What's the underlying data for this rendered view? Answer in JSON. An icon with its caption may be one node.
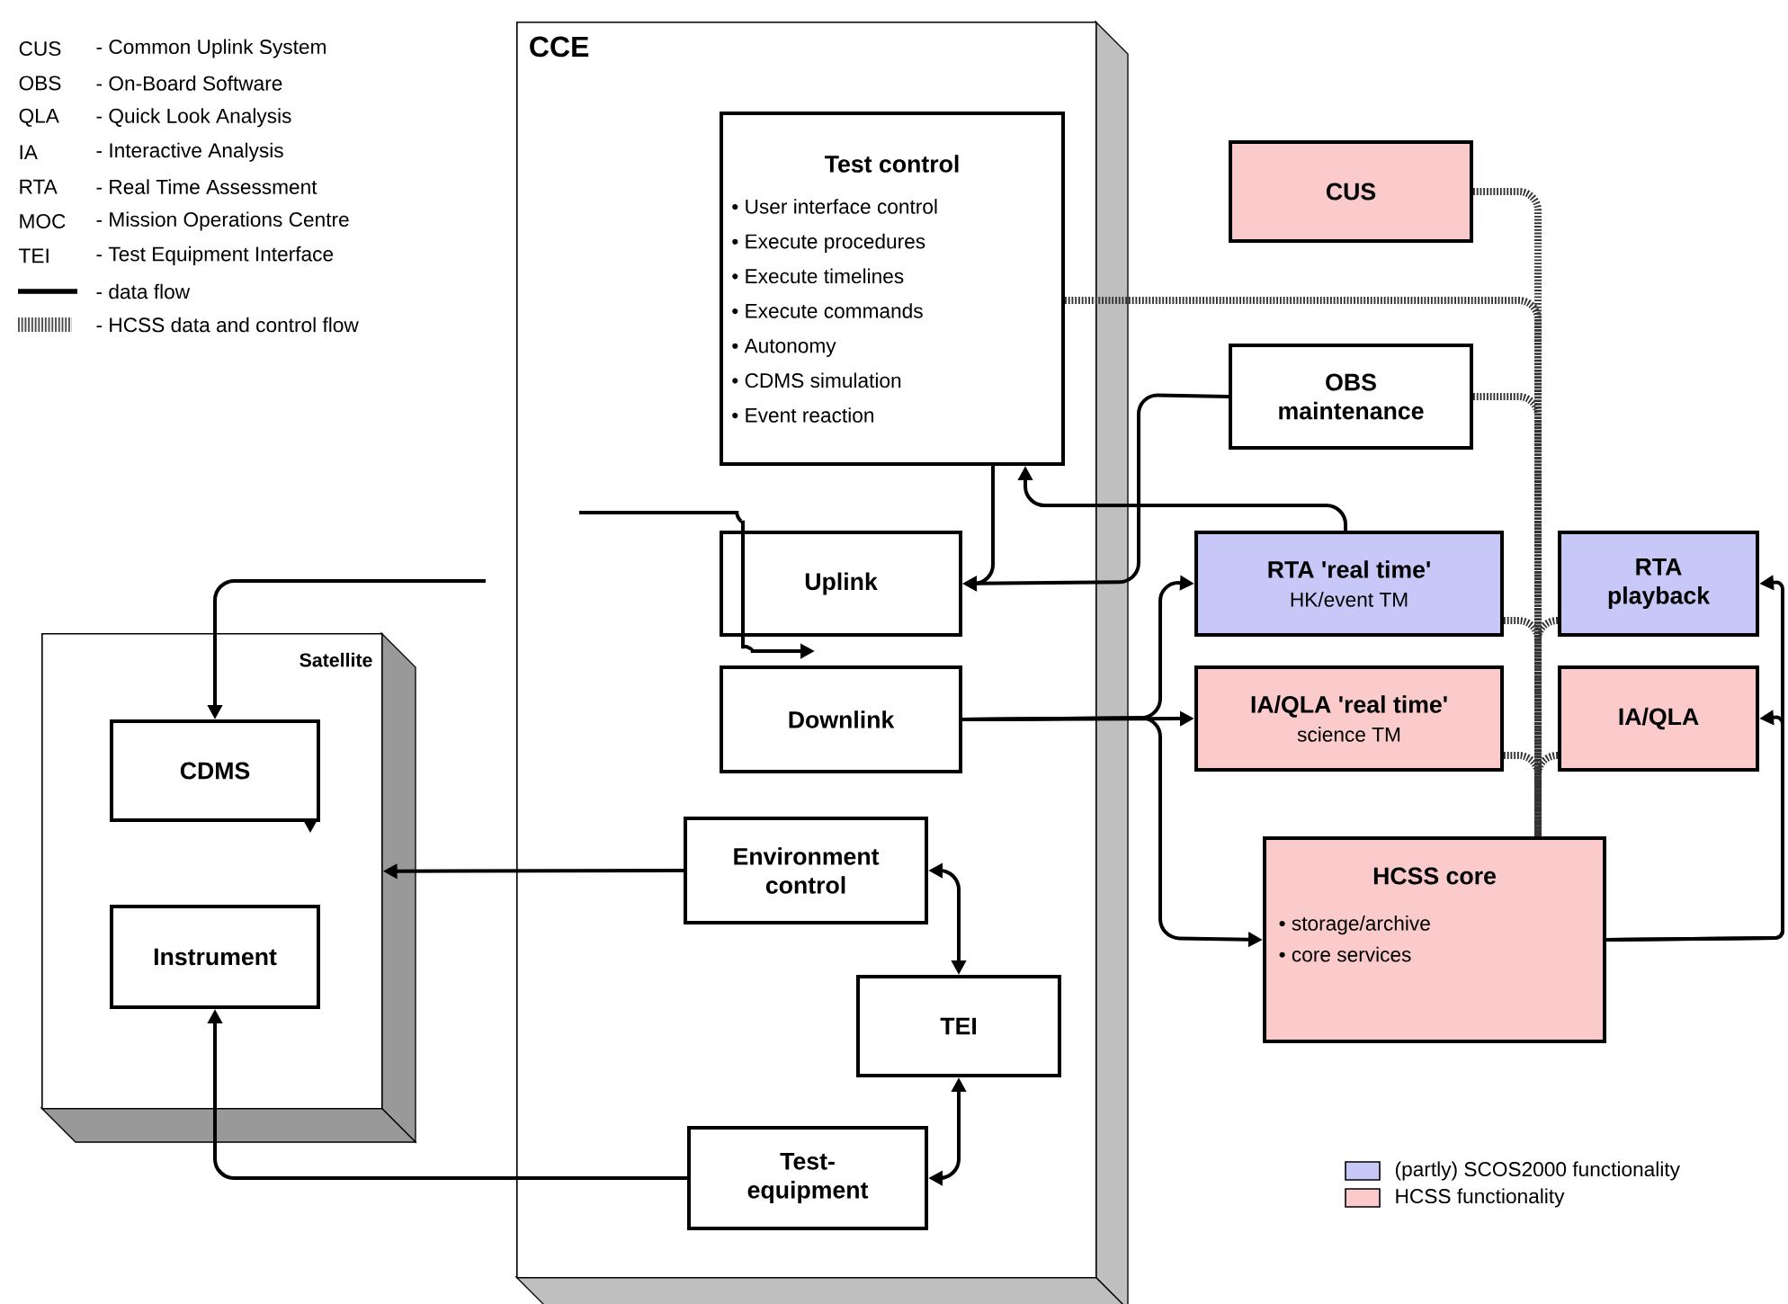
{
  "diagram": {
    "nodes": [
      {
        "text": [
          "CCE"
        ]
      },
      {
        "text": [
          "Test control",
          "• User interface control",
          "• Execute procedures",
          "• Execute timelines",
          "• Execute commands",
          "• Autonomy",
          "• CDMS simulation",
          "• Event reaction"
        ],
        "in": 0
      },
      {
        "text": [
          "Uplink"
        ],
        "in": 0
      },
      {
        "text": [
          "Downlink"
        ],
        "in": 0
      },
      {
        "text": [
          "Environment control"
        ],
        "in": 0
      },
      {
        "text": [
          "TEI"
        ],
        "in": 0
      },
      {
        "text": [
          "Test-equipment"
        ],
        "in": 0
      },
      {
        "text": [
          "CUS"
        ]
      },
      {
        "text": [
          "OBS maintenance"
        ]
      },
      {
        "text": [
          "RTA 'real time'",
          "HK/event TM"
        ]
      },
      {
        "text": [
          "RTA playback"
        ]
      },
      {
        "text": [
          "IA/QLA 'real time'",
          "science TM"
        ]
      },
      {
        "text": [
          "IA/QLA"
        ]
      },
      {
        "text": [
          "HCSS core",
          "• storage/archive",
          "• core services"
        ]
      },
      {
        "text": [
          "Satellite"
        ]
      },
      {
        "text": [
          "CDMS"
        ],
        "in": 14
      },
      {
        "text": [
          "Instrument"
        ],
        "in": 14
      }
    ],
    "edges": [
      {
        "from": null,
        "to": 15,
        "arrow": "to"
      },
      {
        "from": null,
        "to": 3,
        "arrow": "to"
      },
      {
        "from": 1,
        "to": 2,
        "arrow": "to"
      },
      {
        "from": 8,
        "to": 2,
        "arrow": "to"
      },
      {
        "from": 9,
        "to": 1,
        "arrow": "to"
      },
      {
        "from": 3,
        "to": 9,
        "arrow": "to"
      },
      {
        "from": 3,
        "to": 11,
        "arrow": "to"
      },
      {
        "from": 3,
        "to": 13,
        "arrow": "to"
      },
      {
        "from": 13,
        "to": 10,
        "arrow": "to"
      },
      {
        "from": 13,
        "to": 12,
        "arrow": "to"
      },
      {
        "from": 4,
        "to": 14,
        "arrow": "to"
      },
      {
        "from": 6,
        "to": 16,
        "arrow": "to"
      },
      {
        "from": 4,
        "to": 5,
        "arrow": "both"
      },
      {
        "from": 6,
        "to": 5,
        "arrow": "both"
      },
      {
        "from": 7,
        "to": 13,
        "arrow": "none",
        "style": "dashed"
      },
      {
        "from": 1,
        "to": 13,
        "arrow": "none",
        "style": "dashed"
      },
      {
        "from": 8,
        "to": 13,
        "arrow": "none",
        "style": "dashed"
      },
      {
        "from": 9,
        "to": 13,
        "arrow": "none",
        "style": "dashed"
      },
      {
        "from": 10,
        "to": 13,
        "arrow": "none",
        "style": "dashed"
      },
      {
        "from": 11,
        "to": 13,
        "arrow": "none",
        "style": "dashed"
      },
      {
        "from": 12,
        "to": 13,
        "arrow": "none",
        "style": "dashed"
      }
    ],
    "labels": [
      "CUS",
      "- Common Uplink System",
      "OBS",
      "- On-Board Software",
      "QLA",
      "- Quick Look Analysis",
      "IA",
      "- Interactive Analysis",
      "RTA",
      "- Real Time Assessment",
      "MOC",
      "- Mission Operations Centre",
      "TEI",
      "- Test Equipment Interface"
    ],
    "legend": [
      {
        "text": "- data flow"
      },
      {
        "text": "- HCSS data and control flow"
      },
      {
        "text": "(partly) SCOS2000 functionality",
        "color": "#c8c8f8"
      },
      {
        "text": "HCSS functionality",
        "color": "#fbcaca"
      }
    ]
  }
}
